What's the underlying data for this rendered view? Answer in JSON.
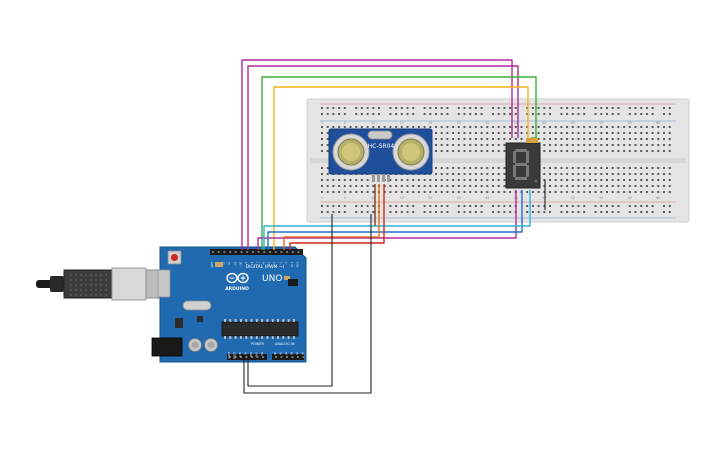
{
  "arduino": {
    "brand": "ARDUINO",
    "model": "UNO",
    "digital_header": "DIGITAL (PWM ~)",
    "power_header": "POWER",
    "analog_header": "ANALOG IN",
    "digital_pins": [
      "AREF",
      "GND",
      "13",
      "12",
      "~11",
      "~10",
      "~9",
      "8",
      "7",
      "~6",
      "~5",
      "4",
      "~3",
      "2",
      "TX 1",
      "RX 0"
    ],
    "power_pins": [
      "IOREF",
      "RESET",
      "3.3V",
      "5V",
      "GND",
      "GND",
      "VIN"
    ],
    "analog_pins": [
      "A0",
      "A1",
      "A2",
      "A3",
      "A4",
      "A5"
    ]
  },
  "sensor": {
    "label": "HC-SR04"
  },
  "display": {
    "digit": "8",
    "segments_on": [
      "a",
      "b",
      "c",
      "d",
      "e",
      "f",
      "g"
    ]
  },
  "breadboard": {
    "column_numbers": [
      "1",
      "5",
      "10",
      "15",
      "20",
      "25",
      "30",
      "35",
      "40",
      "45",
      "50",
      "55",
      "60"
    ]
  },
  "wire_colors": {
    "magenta": "#b02a9e",
    "green": "#3dae3c",
    "yellow": "#f0b21c",
    "blue": "#2470c8",
    "cyan": "#30b0d8",
    "orange": "#e86d1a",
    "red": "#d0271c",
    "black": "#222222"
  }
}
